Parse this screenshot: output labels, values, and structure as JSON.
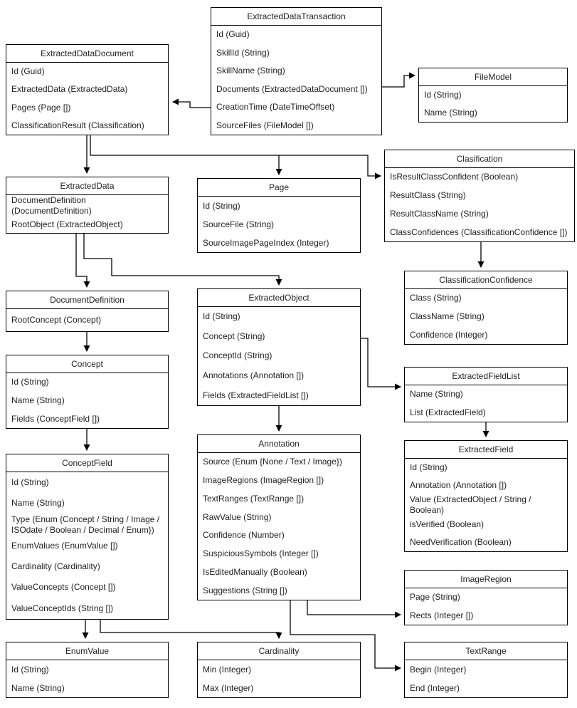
{
  "diagram": {
    "entities": [
      {
        "name": "ExtractedDataTransaction",
        "fields": [
          "Id (Guid)",
          "SkillId (String)",
          "SkillName (String)",
          "Documents (ExtractedDataDocument [])",
          "CreationTime (DateTimeOffset)",
          "SourceFiles (FileModel [])"
        ]
      },
      {
        "name": "ExtractedDataDocument",
        "fields": [
          "Id (Guid)",
          "ExtractedData (ExtractedData)",
          "Pages (Page [])",
          "ClassificationResult (Classification)"
        ]
      },
      {
        "name": "FileModel",
        "fields": [
          "Id (String)",
          "Name (String)"
        ]
      },
      {
        "name": "Clasification",
        "fields": [
          "IsResultClassConfident (Boolean)",
          "ResultClass (String)",
          "ResultClassName (String)",
          "ClassConfidences (ClassificationConfidence [])"
        ]
      },
      {
        "name": "ExtractedData",
        "fields": [
          "DocumentDefinition (DocumentDefinition)",
          "RootObject (ExtractedObject)"
        ]
      },
      {
        "name": "Page",
        "fields": [
          "Id (String)",
          "SourceFile (String)",
          "SourceImagePageIndex (Integer)"
        ]
      },
      {
        "name": "ClassificationConfidence",
        "fields": [
          "Class (String)",
          "ClassName (String)",
          "Confidence (Integer)"
        ]
      },
      {
        "name": "DocumentDefinition",
        "fields": [
          "RootConcept (Concept)"
        ]
      },
      {
        "name": "ExtractedObject",
        "fields": [
          "Id (String)",
          "Concept (String)",
          "ConceptId (String)",
          "Annotations (Annotation [])",
          "Fields (ExtractedFieldList [])"
        ]
      },
      {
        "name": "ExtractedFieldList",
        "fields": [
          "Name (String)",
          "List (ExtractedField)"
        ]
      },
      {
        "name": "Concept",
        "fields": [
          "Id (String)",
          "Name (String)",
          "Fields (ConceptField [])"
        ]
      },
      {
        "name": "ConceptField",
        "fields": [
          "Id (String)",
          "Name (String)",
          "Type (Enum {Concept / String / Image / ISOdate / Boolean / Decimal / Enum})",
          "EnumValues (EnumValue [])",
          "Cardinality (Cardinality)",
          "ValueConcepts (Concept [])",
          "ValueConceptIds (String [])"
        ]
      },
      {
        "name": "Annotation",
        "fields": [
          "Source (Enum {None / Text / Image})",
          "ImageRegions (ImageRegion [])",
          "TextRanges (TextRange [])",
          "RawValue (String)",
          "Confidence (Number)",
          "SuspiciousSymbols (Integer [])",
          "IsEditedManually (Boolean)",
          "Suggestions (String [])"
        ]
      },
      {
        "name": "ExtractedField",
        "fields": [
          "Id (String)",
          "Annotation (Annotation [])",
          "Value (ExtractedObject / String / Boolean)",
          "isVerified (Boolean)",
          "NeedVerification (Boolean)"
        ]
      },
      {
        "name": "ImageRegion",
        "fields": [
          "Page (String)",
          "Rects (Integer [])"
        ]
      },
      {
        "name": "EnumValue",
        "fields": [
          "Id (String)",
          "Name (String)"
        ]
      },
      {
        "name": "Cardinality",
        "fields": [
          "Min (Integer)",
          "Max (Integer)"
        ]
      },
      {
        "name": "TextRange",
        "fields": [
          "Begin (Integer)",
          "End (Integer)"
        ]
      }
    ],
    "relationships": [
      {
        "from": "ExtractedDataTransaction",
        "to": "ExtractedDataDocument"
      },
      {
        "from": "ExtractedDataTransaction",
        "to": "FileModel"
      },
      {
        "from": "ExtractedDataDocument",
        "to": "ExtractedData"
      },
      {
        "from": "ExtractedDataDocument",
        "to": "Page"
      },
      {
        "from": "ExtractedDataDocument",
        "to": "Clasification"
      },
      {
        "from": "Clasification",
        "to": "ClassificationConfidence"
      },
      {
        "from": "ExtractedData",
        "to": "DocumentDefinition"
      },
      {
        "from": "ExtractedData",
        "to": "ExtractedObject"
      },
      {
        "from": "ExtractedObject",
        "to": "ExtractedFieldList"
      },
      {
        "from": "ExtractedFieldList",
        "to": "ExtractedField"
      },
      {
        "from": "DocumentDefinition",
        "to": "Concept"
      },
      {
        "from": "Concept",
        "to": "ConceptField"
      },
      {
        "from": "ExtractedObject",
        "to": "Annotation"
      },
      {
        "from": "Annotation",
        "to": "ImageRegion"
      },
      {
        "from": "Annotation",
        "to": "TextRange"
      },
      {
        "from": "ConceptField",
        "to": "EnumValue"
      },
      {
        "from": "ConceptField",
        "to": "Cardinality"
      }
    ]
  }
}
